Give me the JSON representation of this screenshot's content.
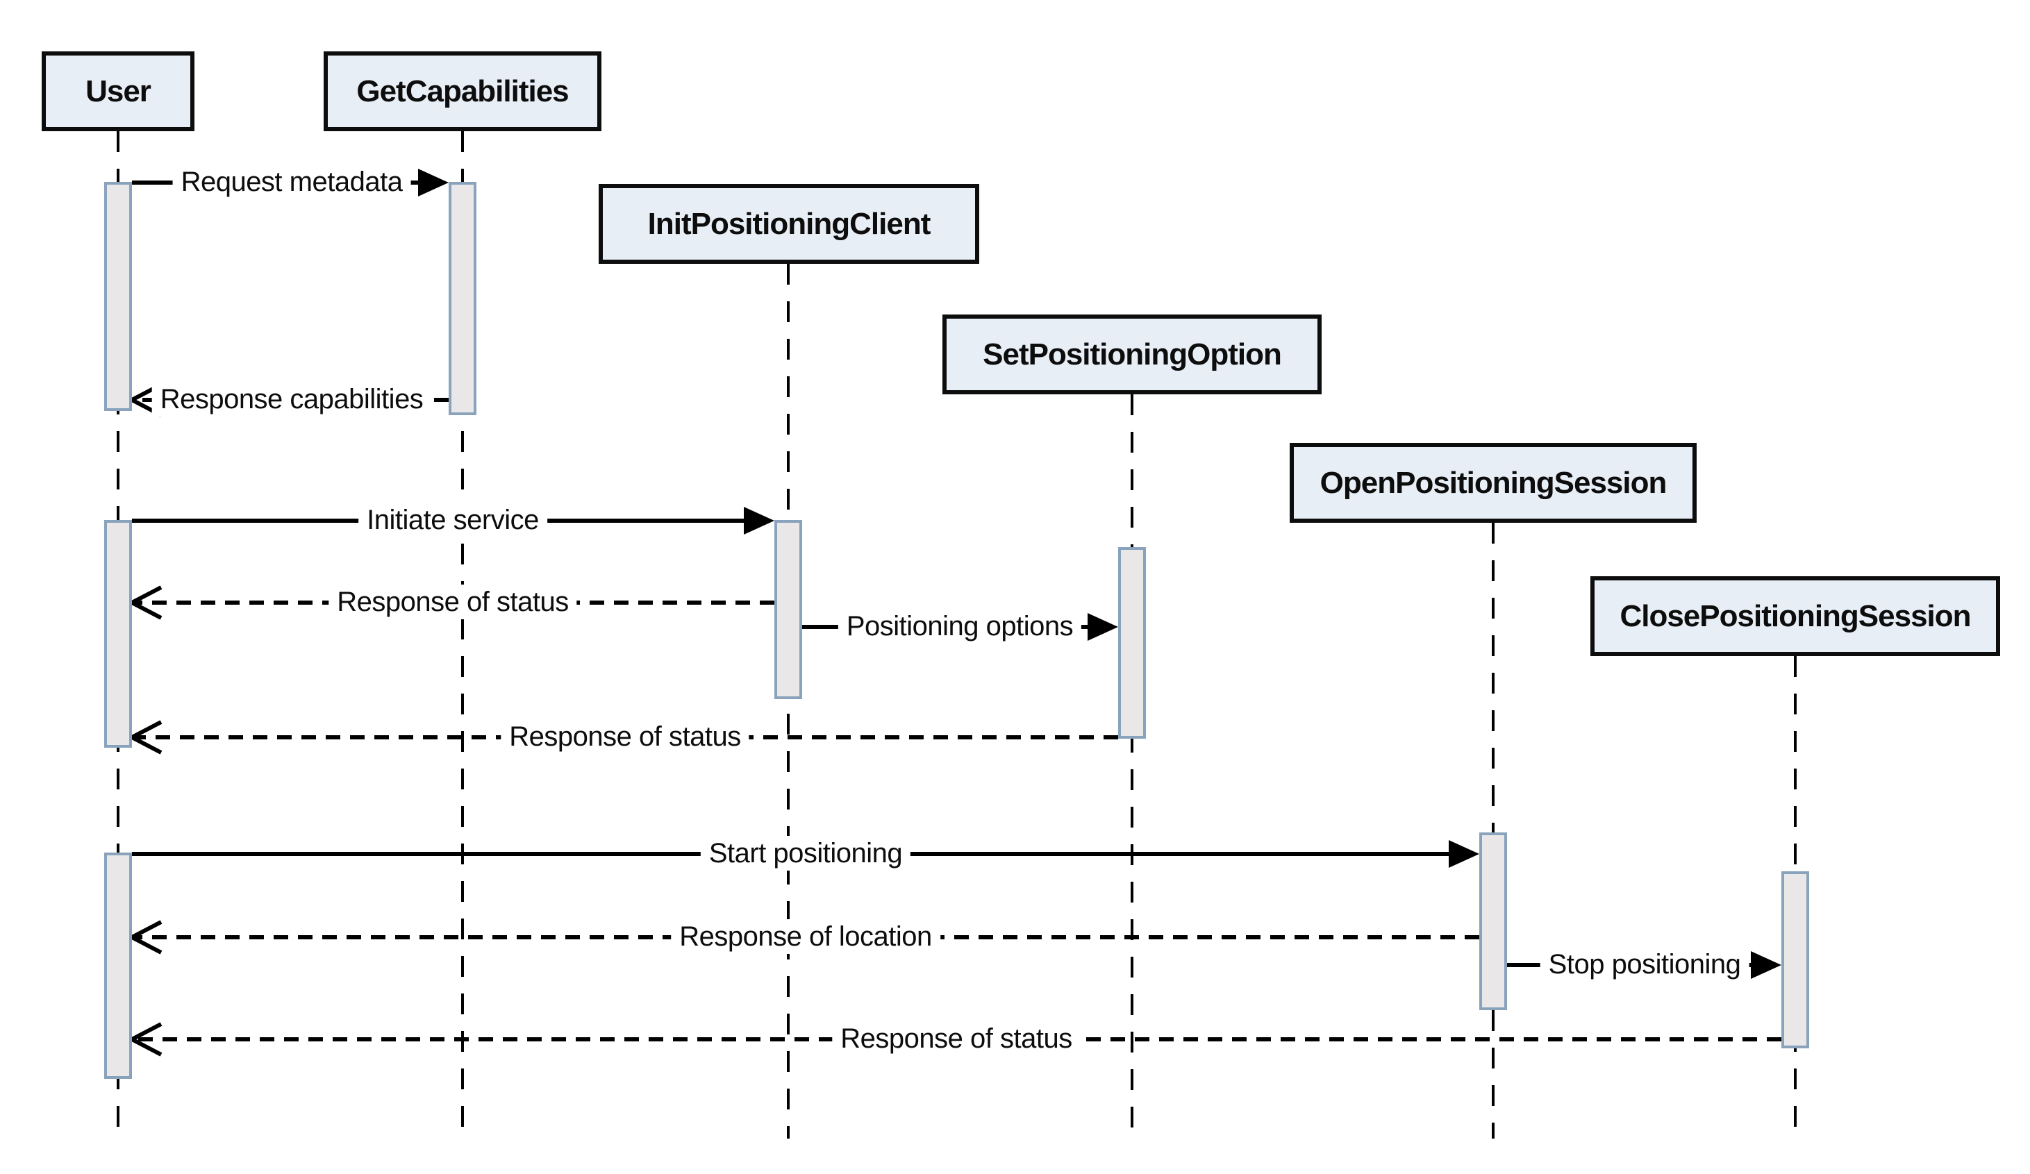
{
  "diagram_type": "uml-sequence-diagram",
  "actors": [
    {
      "id": "user",
      "label": "User"
    },
    {
      "id": "get-capabilities",
      "label": "GetCapabilities"
    },
    {
      "id": "init-positioning-client",
      "label": "InitPositioningClient"
    },
    {
      "id": "set-positioning-option",
      "label": "SetPositioningOption"
    },
    {
      "id": "open-positioning-session",
      "label": "OpenPositioningSession"
    },
    {
      "id": "close-positioning-session",
      "label": "ClosePositioningSession"
    }
  ],
  "messages": [
    {
      "label": "Request metadata",
      "from": "User",
      "to": "GetCapabilities",
      "type": "solid"
    },
    {
      "label": "Response capabilities",
      "from": "GetCapabilities",
      "to": "User",
      "type": "dashed"
    },
    {
      "label": "Initiate service",
      "from": "User",
      "to": "InitPositioningClient",
      "type": "solid"
    },
    {
      "label": "Response of status",
      "from": "InitPositioningClient",
      "to": "User",
      "type": "dashed"
    },
    {
      "label": "Positioning options",
      "from": "InitPositioningClient",
      "to": "SetPositioningOption",
      "type": "solid"
    },
    {
      "label": "Response of status",
      "from": "SetPositioningOption",
      "to": "User",
      "type": "dashed"
    },
    {
      "label": "Start positioning",
      "from": "User",
      "to": "OpenPositioningSession",
      "type": "solid"
    },
    {
      "label": "Response of location",
      "from": "OpenPositioningSession",
      "to": "User",
      "type": "dashed"
    },
    {
      "label": "Stop positioning",
      "from": "OpenPositioningSession",
      "to": "ClosePositioningSession",
      "type": "solid"
    },
    {
      "label": "Response of status",
      "from": "ClosePositioningSession",
      "to": "User",
      "type": "dashed"
    }
  ],
  "colors": {
    "background": "#ffffff",
    "actor_fill": "#e8eef5",
    "actor_border": "#0d0d0d",
    "activation_fill": "#e9e7e7",
    "activation_border": "#8aa3bc",
    "line": "#000000",
    "text": "#0d0d0d"
  }
}
